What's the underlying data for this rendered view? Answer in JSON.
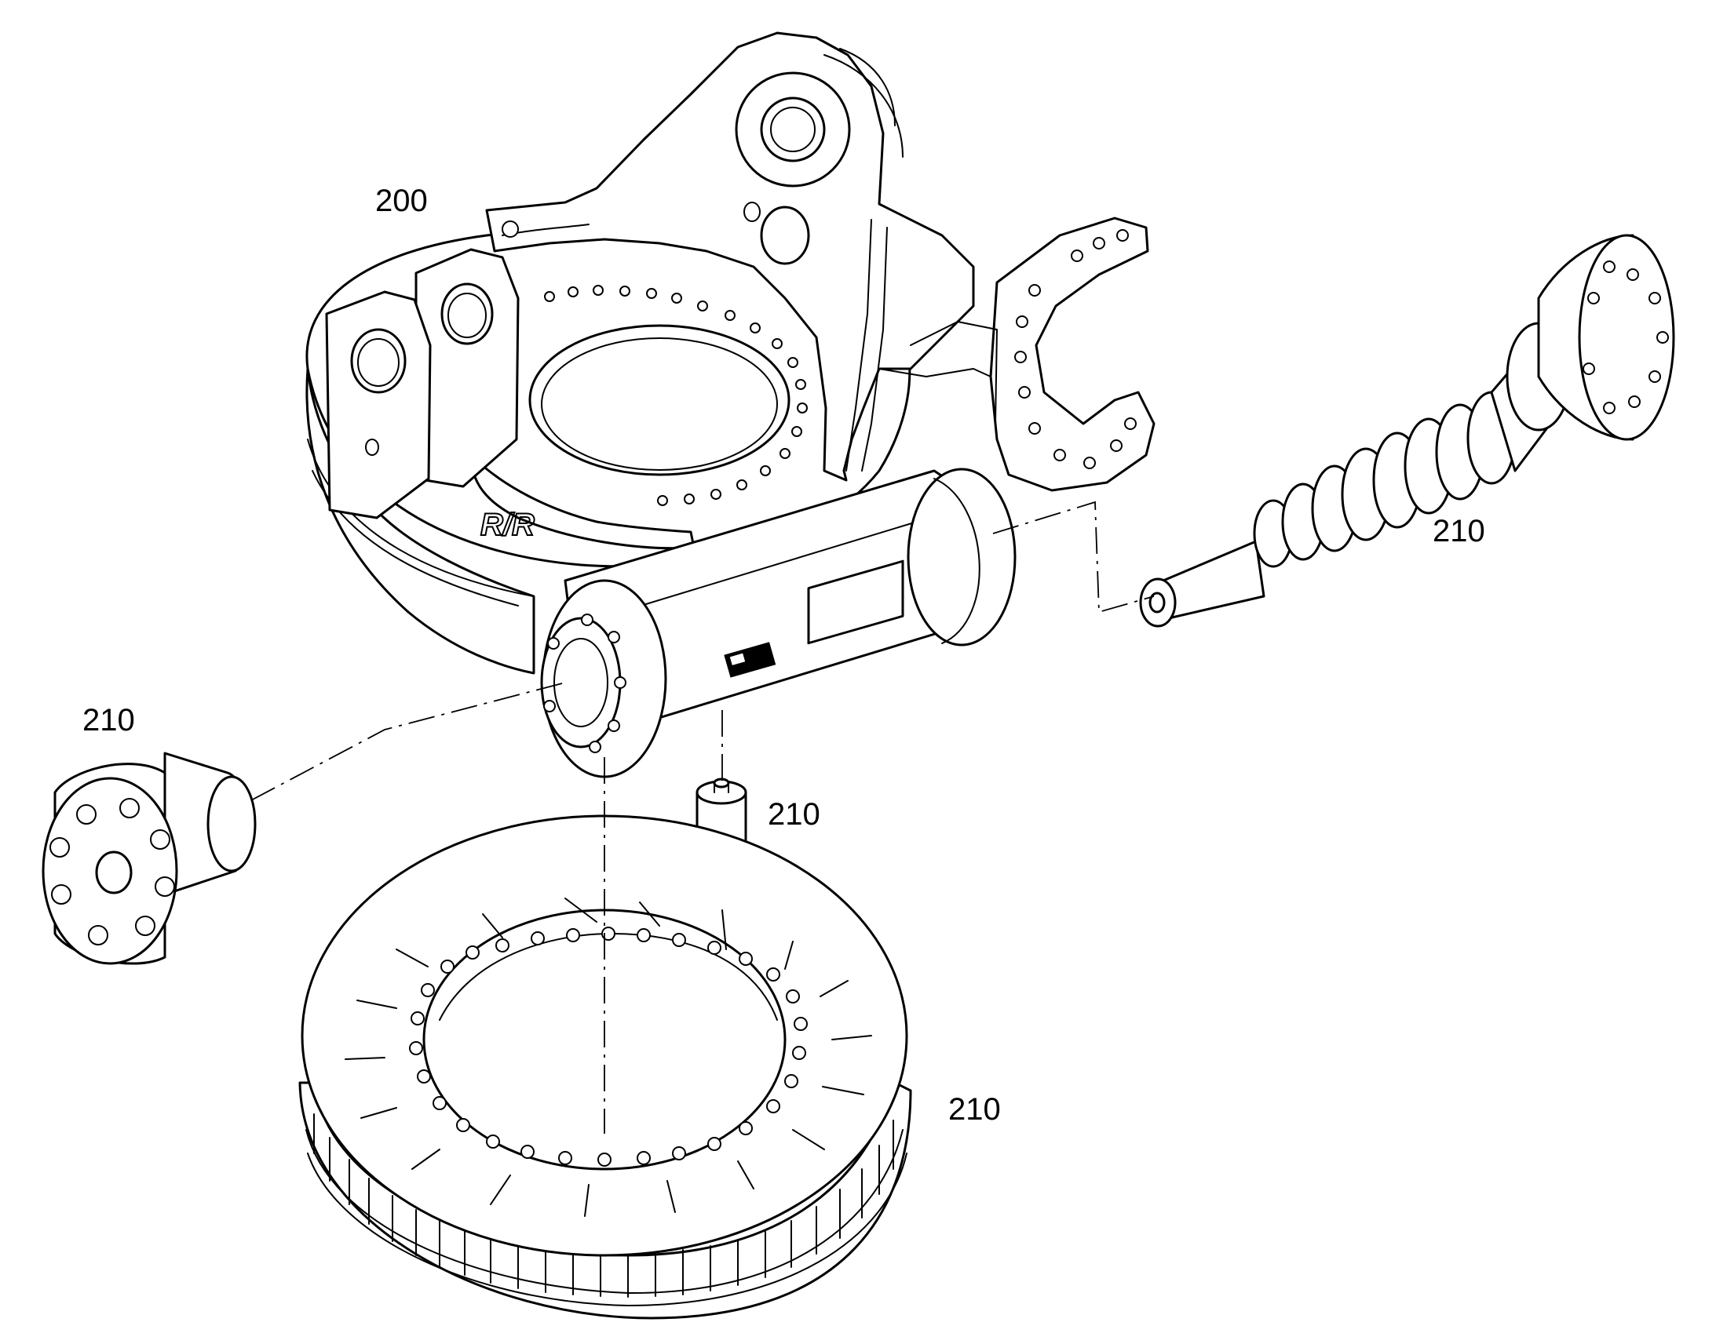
{
  "labels": {
    "housing": "200",
    "shaft": "210",
    "end_cap": "210",
    "plug": "210",
    "bearing_ring": "210"
  },
  "colors": {
    "line": "#000000",
    "background": "#ffffff"
  }
}
